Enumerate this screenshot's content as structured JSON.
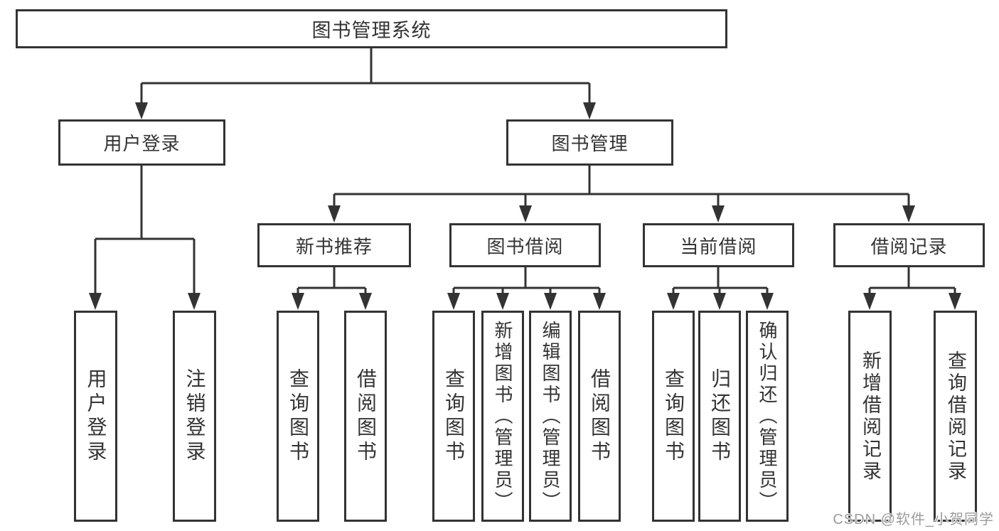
{
  "tree": {
    "label": "图书管理系统",
    "children": [
      {
        "label": "用户登录",
        "children": [
          {
            "label": "用户登录"
          },
          {
            "label": "注销登录"
          }
        ]
      },
      {
        "label": "图书管理",
        "children": [
          {
            "label": "新书推荐",
            "children": [
              {
                "label": "查询图书"
              },
              {
                "label": "借阅图书"
              }
            ]
          },
          {
            "label": "图书借阅",
            "children": [
              {
                "label": "查询图书"
              },
              {
                "label": "新增图书（管理员）"
              },
              {
                "label": "编辑图书（管理员）"
              },
              {
                "label": "借阅图书"
              }
            ]
          },
          {
            "label": "当前借阅",
            "children": [
              {
                "label": "查询图书"
              },
              {
                "label": "归还图书"
              },
              {
                "label": "确认归还（管理员）"
              }
            ]
          },
          {
            "label": "借阅记录",
            "children": [
              {
                "label": "新增借阅记录"
              },
              {
                "label": "查询借阅记录"
              }
            ]
          }
        ]
      }
    ]
  },
  "watermark": "CSDN @软件_小贺同学",
  "colors": {
    "line": "#333333",
    "text": "#333333",
    "background": "#ffffff",
    "watermark": "#9c9c9c"
  }
}
